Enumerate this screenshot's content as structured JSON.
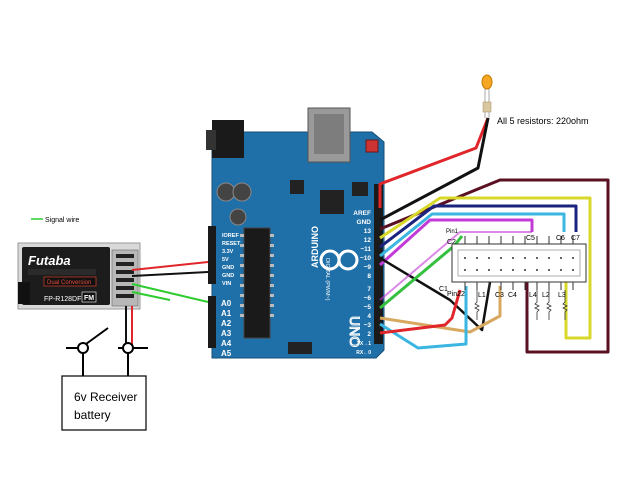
{
  "labels": {
    "legend_signal": "Signal wire",
    "resistors_note": "All 5 resistors: 220ohm",
    "battery": "6v Receiver",
    "battery_line2": "battery",
    "pin22": "Pin22",
    "c1": "C1",
    "c2": "C2",
    "pin1": "Pin1"
  },
  "receiver": {
    "brand": "Futaba",
    "mode": "Dual Conversion",
    "model": "FP-R128DF",
    "band": "FM"
  },
  "arduino": {
    "brand": "ARDUINO",
    "model": "UNO",
    "power_pins": [
      "IOREF",
      "RESET",
      "3.3V",
      "5V",
      "GND",
      "GND",
      "VIN"
    ],
    "analog_pins": [
      "A0",
      "A1",
      "A2",
      "A3",
      "A4",
      "A5"
    ],
    "digital_pins": [
      "AREF",
      "GND",
      "13",
      "12",
      "~11",
      "~10",
      "~9",
      "8",
      "7",
      "~6",
      "~5",
      "4",
      "~3",
      "2",
      "TX→1",
      "RX←0"
    ],
    "digital_header": "DIGITAL (PWM~)"
  },
  "chip": {
    "top_pins": [
      "C5",
      "C6",
      "C7"
    ],
    "bottom_pins": [
      "L1",
      "C3",
      "C4",
      "L4",
      "L2",
      "L3"
    ]
  },
  "colors": {
    "signal": "#2ecc2e",
    "board": "#1f6fa8",
    "red": "#e0262a",
    "black": "#111111",
    "yellow": "#d8d82a",
    "cyan": "#3ab6e0",
    "purple": "#c23bd6",
    "navy": "#1a237e",
    "maroon": "#5a1020",
    "tan": "#d8a860",
    "green": "#35c040"
  }
}
